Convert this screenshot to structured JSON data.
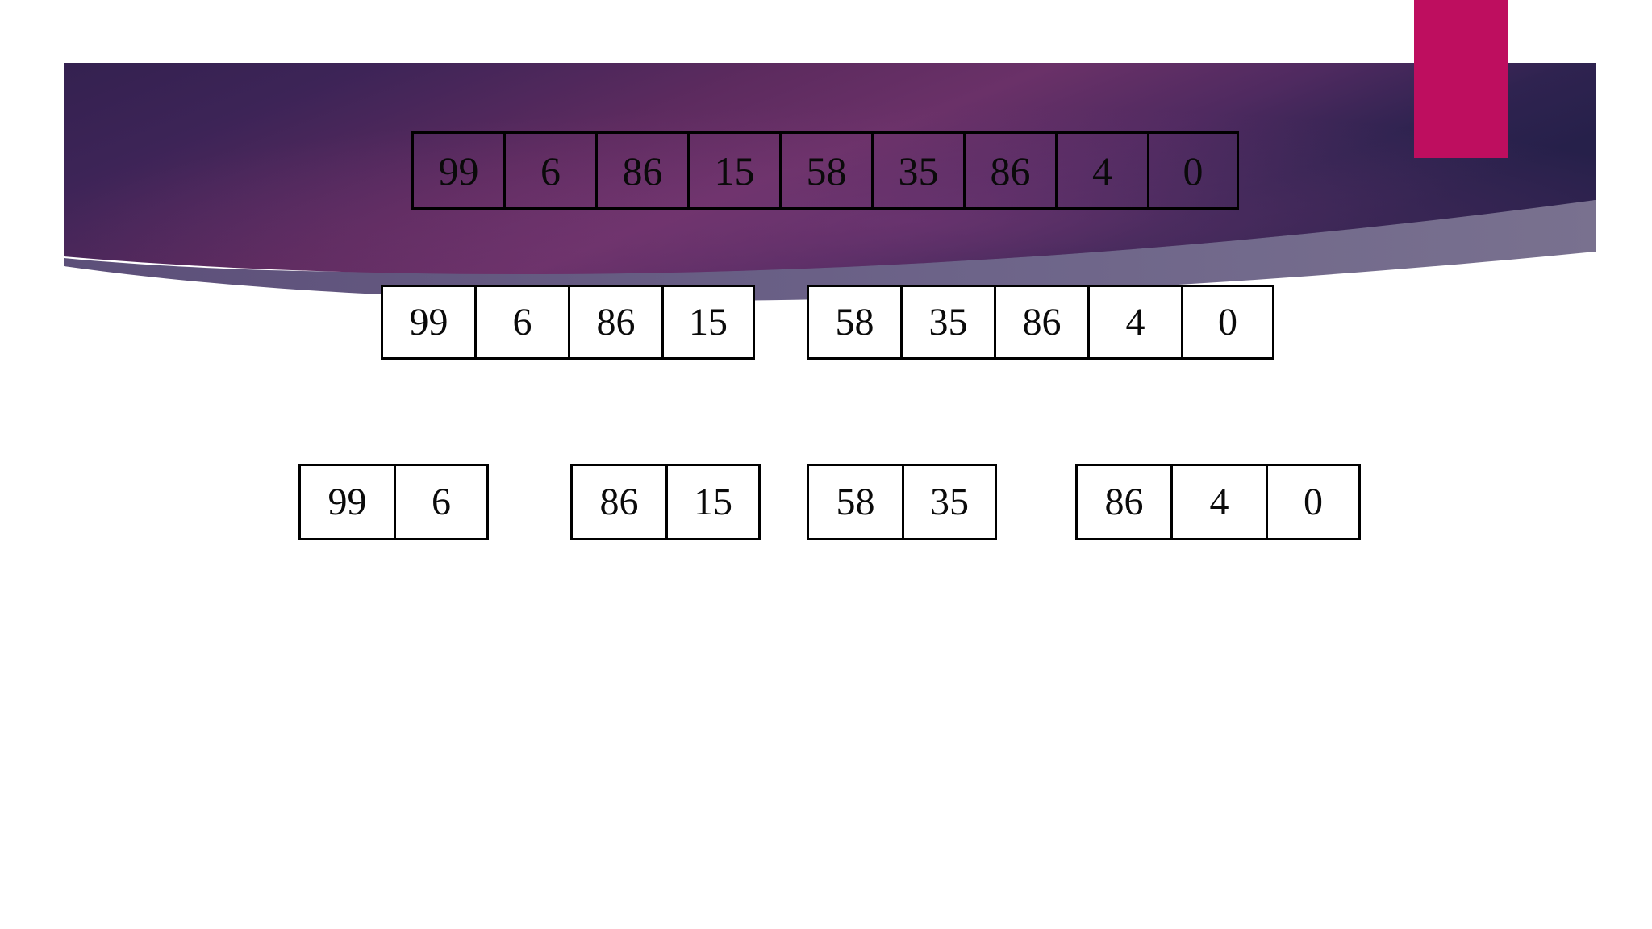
{
  "slide": {
    "background_color": "#ffffff",
    "banner": {
      "name": "decorative-purple-banner",
      "left_color": "#342150",
      "mid_color": "#662f65",
      "right_color": "#26204a",
      "swoosh_color": "#6b6287"
    },
    "accent_rect": {
      "name": "pink-accent-rectangle",
      "color": "#be0e5f"
    }
  },
  "arrays": {
    "full": {
      "label": "unsorted-array",
      "values": [
        "99",
        "6",
        "86",
        "15",
        "58",
        "35",
        "86",
        "4",
        "0"
      ]
    },
    "left_half": {
      "label": "left-half-array",
      "values": [
        "99",
        "6",
        "86",
        "15"
      ]
    },
    "right_half": {
      "label": "right-half-array",
      "values": [
        "58",
        "35",
        "86",
        "4",
        "0"
      ]
    },
    "quarters": [
      {
        "label": "quarter-1-array",
        "values": [
          "99",
          "6"
        ]
      },
      {
        "label": "quarter-2-array",
        "values": [
          "86",
          "15"
        ]
      },
      {
        "label": "quarter-3-array",
        "values": [
          "58",
          "35"
        ]
      },
      {
        "label": "quarter-4-array",
        "values": [
          "86",
          "4",
          "0"
        ]
      }
    ]
  },
  "chart_data": {
    "type": "table",
    "title": "",
    "rows": [
      {
        "level": 0,
        "arrays": [
          [
            "99",
            "6",
            "86",
            "15",
            "58",
            "35",
            "86",
            "4",
            "0"
          ]
        ]
      },
      {
        "level": 1,
        "arrays": [
          [
            "99",
            "6",
            "86",
            "15"
          ],
          [
            "58",
            "35",
            "86",
            "4",
            "0"
          ]
        ]
      },
      {
        "level": 2,
        "arrays": [
          [
            "99",
            "6"
          ],
          [
            "86",
            "15"
          ],
          [
            "58",
            "35"
          ],
          [
            "86",
            "4",
            "0"
          ]
        ]
      }
    ]
  }
}
